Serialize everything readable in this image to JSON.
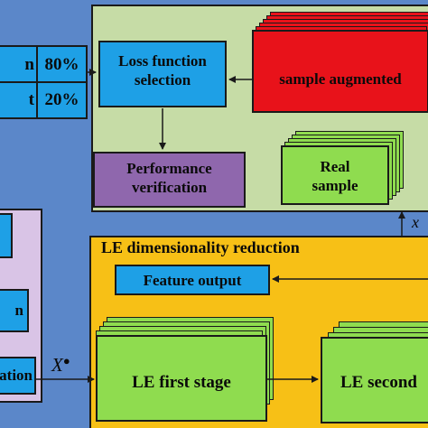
{
  "split_table": {
    "rows": [
      {
        "label": "n",
        "value": "80%"
      },
      {
        "label": "t",
        "value": "20%"
      }
    ]
  },
  "top_panel": {
    "loss_function": "Loss function\nselection",
    "performance": "Performance\nverification",
    "sample_augmented": "sample augmented",
    "real_sample": "Real\nsample"
  },
  "left_panel": {
    "items": [
      "n",
      "n",
      "ation"
    ]
  },
  "arrow_labels": {
    "x_star": "X",
    "x_right": "x"
  },
  "le_panel": {
    "title": "LE dimensionality reduction",
    "feature_output": "Feature output",
    "first_stage": "LE first stage",
    "second_stage": "LE second"
  },
  "colors": {
    "background": "#5b87c9",
    "top_panel": "#c6dca6",
    "le_panel": "#f7c016",
    "left_panel": "#d9c4e6",
    "box_blue": "#1ea0e6",
    "augmented_red": "#e8121a",
    "real_green": "#8fdc4f",
    "performance_purple": "#8f67ad"
  }
}
